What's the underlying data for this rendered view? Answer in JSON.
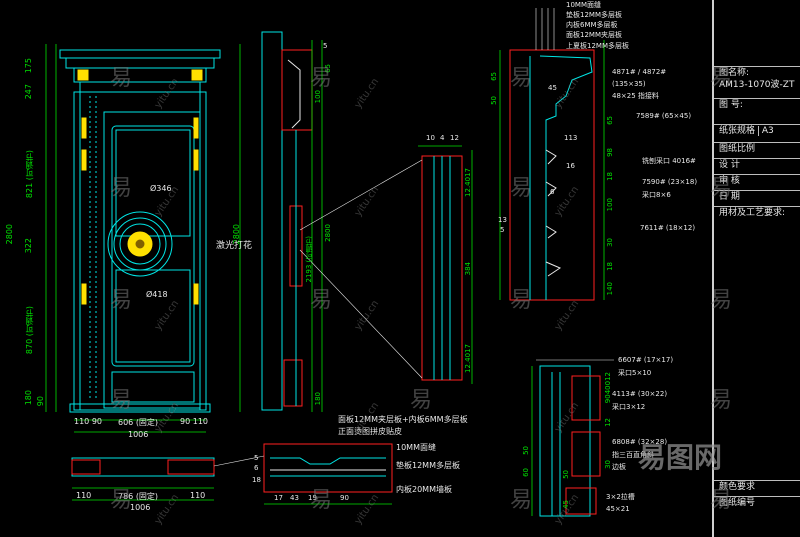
{
  "title_block": {
    "drawing_name_label": "图名称:",
    "drawing_name_value": "AM13-1070波-ZT",
    "drawing_no_label": "图  号:",
    "paper_size_label": "纸张规格",
    "paper_size_value": "A3",
    "scale_label": "图纸比例",
    "design_label": "设  计",
    "review_label": "审  核",
    "date_label": "日  期",
    "material_label": "用材及工艺要求:",
    "color_req_label": "颜色要求",
    "drawing_code_label": "图纸编号"
  },
  "door_elevation": {
    "dims_left": [
      "175",
      "247",
      "821 (可调节)",
      "322",
      "870 (可调节)",
      "180",
      "90"
    ],
    "dim_total_height": "2800",
    "dims_bottom": [
      "110 90",
      "606 (固定)",
      "90 110"
    ],
    "dim_total_width": "1006",
    "diameter_outer": "Ø346",
    "diameter_inner": "Ø418",
    "carving_label": "激光打花"
  },
  "side_section": {
    "dim_top": "5",
    "dims": [
      "65",
      "100",
      "2193 (可调节)",
      "2800",
      "180"
    ]
  },
  "jamb_detail": {
    "dims_top": [
      "10",
      "4",
      "12"
    ],
    "dims_right": [
      "12.4017",
      "384",
      "12.4017"
    ]
  },
  "moulding_detail": {
    "layer_labels": [
      "10MM面缝",
      "垫板12MM多层板",
      "内板6MM多层板",
      "面板12MM夹层板",
      "上夏板12MM多层板"
    ],
    "parts": [
      "4871# / 4872#",
      "(135×35)",
      "48×25 指接料",
      "7589# (65×45)",
      "铣刨采口 4016#",
      "7590# (23×18)",
      "采口8×6",
      "7611# (18×12)"
    ],
    "dims_left": [
      "65",
      "50",
      "45"
    ],
    "dims_right": [
      "65",
      "98",
      "18",
      "100",
      "30",
      "18",
      "140"
    ],
    "dims_inner": [
      "113",
      "16",
      "6",
      "13",
      "5"
    ]
  },
  "bottom_plan": {
    "dims": [
      "110",
      "786 (固定)",
      "110"
    ],
    "dim_total": "1006"
  },
  "panel_section": {
    "notes": [
      "面板12MM夹层板+内板6MM多层板",
      "正面烫图拼皮贴皮",
      "10MM面缝",
      "垫板12MM多层板",
      "内板20MM墙板"
    ],
    "dims": [
      "17",
      "43",
      "19",
      "90"
    ],
    "dims_left": [
      "5",
      "6",
      "18"
    ]
  },
  "small_detail": {
    "parts": [
      "6607# (17×17)",
      "采口5×10",
      "4113# (30×22)",
      "采口3×12",
      "6808# (32×28)",
      "指三百直角斜",
      "边板",
      "3×2拉槽",
      "45×21"
    ],
    "dims": [
      "50",
      "60",
      "50",
      "30",
      "9040012",
      "12",
      "45"
    ]
  },
  "watermark": {
    "brand_cn": "易",
    "site": "yitu.cn",
    "brand_full": "易图网"
  },
  "colors": {
    "background": "#000000",
    "line": "#00e5e5",
    "dimension": "#00e000",
    "section": "#ff2020",
    "text": "#e8e8e8",
    "ornament": "#ffe000",
    "label": "#e0e0e0"
  }
}
